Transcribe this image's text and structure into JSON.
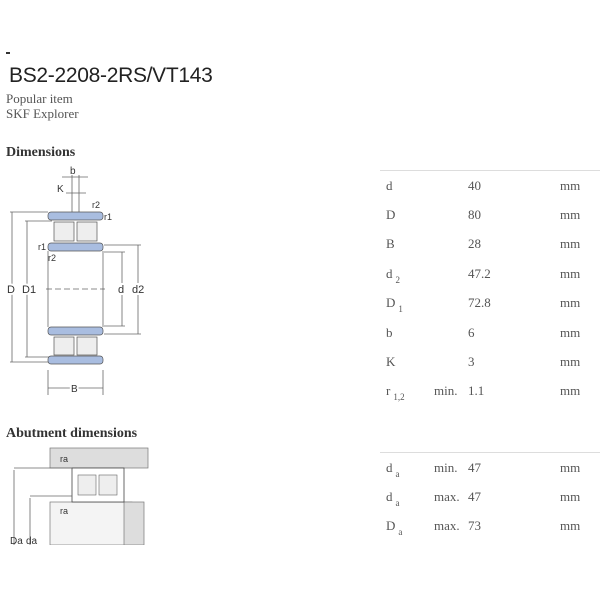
{
  "title": "BS2-2208-2RS/VT143",
  "subtitle1": "Popular item",
  "subtitle2": "SKF Explorer",
  "dimensions": {
    "heading": "Dimensions",
    "diagram_labels": {
      "b": "b",
      "K": "K",
      "r2": "r2",
      "r1": "r1",
      "D": "D",
      "D1": "D1",
      "d": "d",
      "d2": "d2",
      "B": "B"
    },
    "rows": [
      {
        "label": "d",
        "sub": "",
        "qual": "",
        "value": "40",
        "unit": "mm"
      },
      {
        "label": "D",
        "sub": "",
        "qual": "",
        "value": "80",
        "unit": "mm"
      },
      {
        "label": "B",
        "sub": "",
        "qual": "",
        "value": "28",
        "unit": "mm"
      },
      {
        "label": "d",
        "sub": "2",
        "qual": "",
        "value": "47.2",
        "unit": "mm"
      },
      {
        "label": "D",
        "sub": "1",
        "qual": "",
        "value": "72.8",
        "unit": "mm"
      },
      {
        "label": "b",
        "sub": "",
        "qual": "",
        "value": "6",
        "unit": "mm"
      },
      {
        "label": "K",
        "sub": "",
        "qual": "",
        "value": "3",
        "unit": "mm"
      },
      {
        "label": "r",
        "sub": "1,2",
        "qual": "min.",
        "value": "1.1",
        "unit": "mm"
      }
    ]
  },
  "abutment": {
    "heading": "Abutment dimensions",
    "diagram_labels": {
      "ra": "ra",
      "Da": "Da",
      "da": "da"
    },
    "rows": [
      {
        "label": "d",
        "sub": "a",
        "qual": "min.",
        "value": "47",
        "unit": "mm"
      },
      {
        "label": "d",
        "sub": "a",
        "qual": "max.",
        "value": "47",
        "unit": "mm"
      },
      {
        "label": "D",
        "sub": "a",
        "qual": "max.",
        "value": "73",
        "unit": "mm"
      }
    ]
  },
  "colors": {
    "ring": "#a9bde0"
  }
}
